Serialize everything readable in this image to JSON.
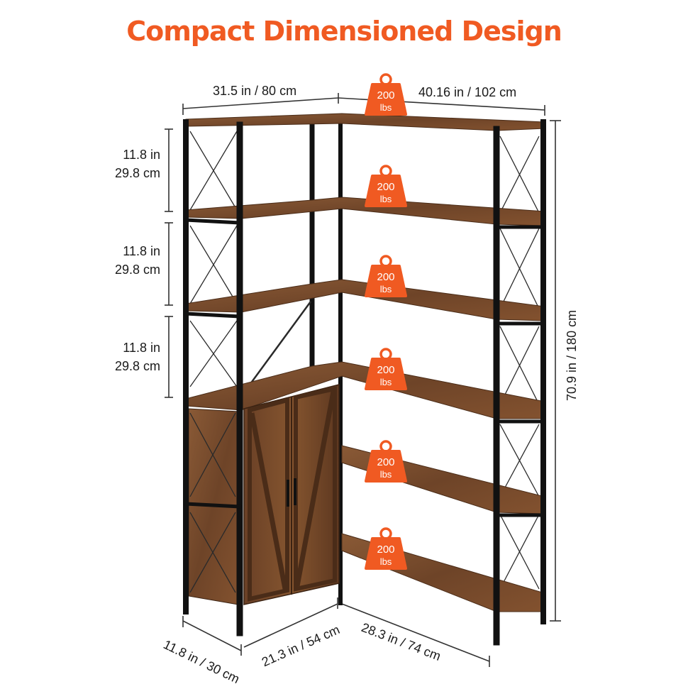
{
  "title": "Compact Dimensioned Design",
  "colors": {
    "accent": "#f05a22",
    "wood": "#7a4e2e",
    "wood_dark": "#5a3620",
    "frame": "#111111",
    "line": "#333333"
  },
  "dimensions": {
    "top_left_width": "31.5 in / 80 cm",
    "top_right_width": "40.16 in / 102 cm",
    "height": "70.9 in / 180 cm",
    "shelf_gap_in": "11.8 in",
    "shelf_gap_cm": "29.8 cm",
    "depth": "11.8 in / 30 cm",
    "bottom_left_width": "21.3 in / 54 cm",
    "bottom_right_width": "28.3 in / 74 cm"
  },
  "weight_badges": [
    {
      "value": "200",
      "unit": "lbs"
    },
    {
      "value": "200",
      "unit": "lbs"
    },
    {
      "value": "200",
      "unit": "lbs"
    },
    {
      "value": "200",
      "unit": "lbs"
    },
    {
      "value": "200",
      "unit": "lbs"
    },
    {
      "value": "200",
      "unit": "lbs"
    }
  ]
}
